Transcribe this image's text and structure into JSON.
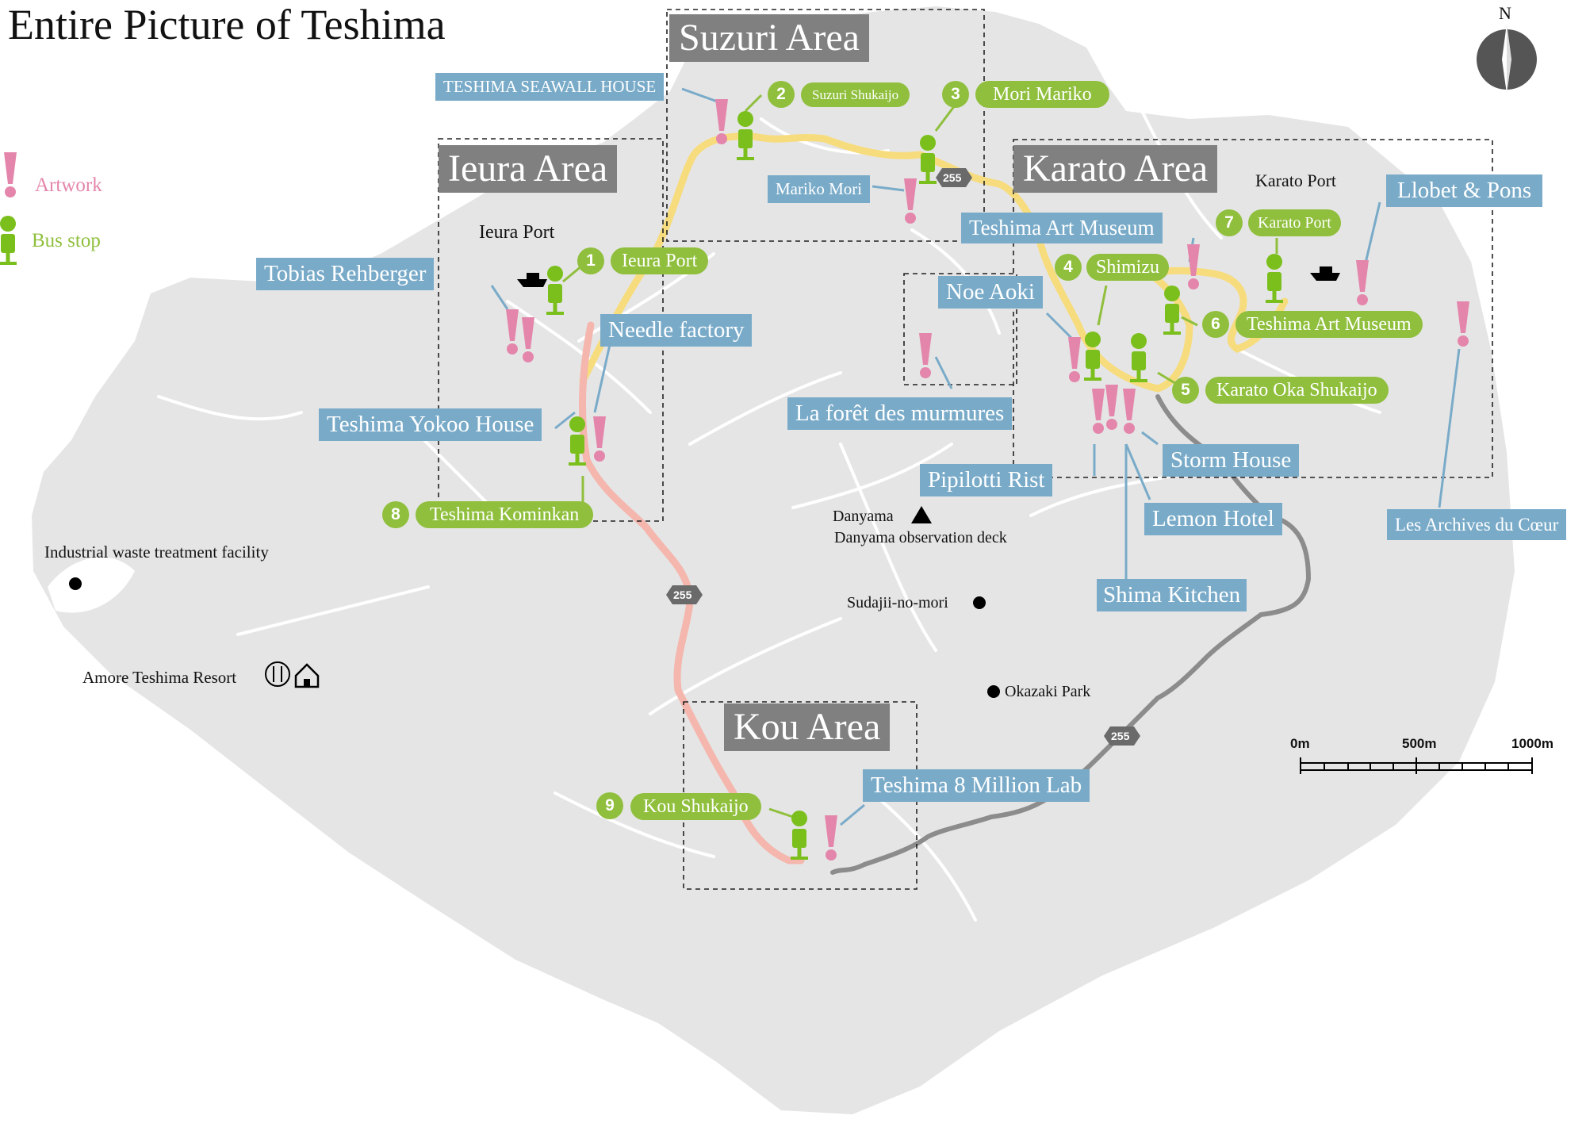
{
  "title": "Entire Picture of Teshima",
  "compass": "N",
  "legend": {
    "artwork": "Artwork",
    "bus_stop": "Bus stop"
  },
  "areas": {
    "ieura": "Ieura Area",
    "suzuri": "Suzuri Area",
    "karato": "Karato Area",
    "kou": "Kou Area"
  },
  "ports": {
    "ieura": "Ieura Port",
    "karato": "Karato Port"
  },
  "artworks": {
    "seawall_house": "TESHIMA SEAWALL HOUSE",
    "mariko_mori": "Mariko Mori",
    "tobias": "Tobias  Rehberger",
    "needle_factory": "Needle factory",
    "yokoo_house": "Teshima Yokoo House",
    "art_museum": "Teshima Art Museum",
    "noe_aoki": "Noe Aoki",
    "foret": "La forêt des murmures",
    "llobet": "Llobet & Pons",
    "storm_house": "Storm House",
    "pipilotti": "Pipilotti Rist",
    "lemon_hotel": "Lemon Hotel",
    "archives": "Les Archives du Cœur",
    "shima_kitchen": "Shima Kitchen",
    "million_lab": "Teshima 8 Million Lab"
  },
  "bus_stops": [
    {
      "num": "1",
      "name": "Ieura Port"
    },
    {
      "num": "2",
      "name": "Suzuri Shukaijo"
    },
    {
      "num": "3",
      "name": "Mori Mariko"
    },
    {
      "num": "4",
      "name": "Shimizu"
    },
    {
      "num": "5",
      "name": "Karato Oka Shukaijo"
    },
    {
      "num": "6",
      "name": "Teshima Art Museum"
    },
    {
      "num": "7",
      "name": "Karato Port"
    },
    {
      "num": "8",
      "name": "Teshima Kominkan"
    },
    {
      "num": "9",
      "name": "Kou Shukaijo"
    }
  ],
  "places": {
    "industrial": "Industrial waste treatment facility",
    "amore": "Amore Teshima Resort",
    "danyama": "Danyama",
    "danyama_deck": "Danyama observation deck",
    "sudajii": "Sudajii-no-mori",
    "okazaki": "Okazaki Park"
  },
  "route_number": "255",
  "scale": {
    "start": "0m",
    "mid": "500m",
    "end": "1000m"
  },
  "colors": {
    "land": "#e5e5e5",
    "artwork": "#e486ab",
    "bus": "#8fbf3c",
    "label_blue": "#79abc9",
    "area_grey": "#808080",
    "route_yellow": "#f7dc7e",
    "route_pink": "#f4b6ad",
    "route_grey": "#8c8c8c"
  }
}
